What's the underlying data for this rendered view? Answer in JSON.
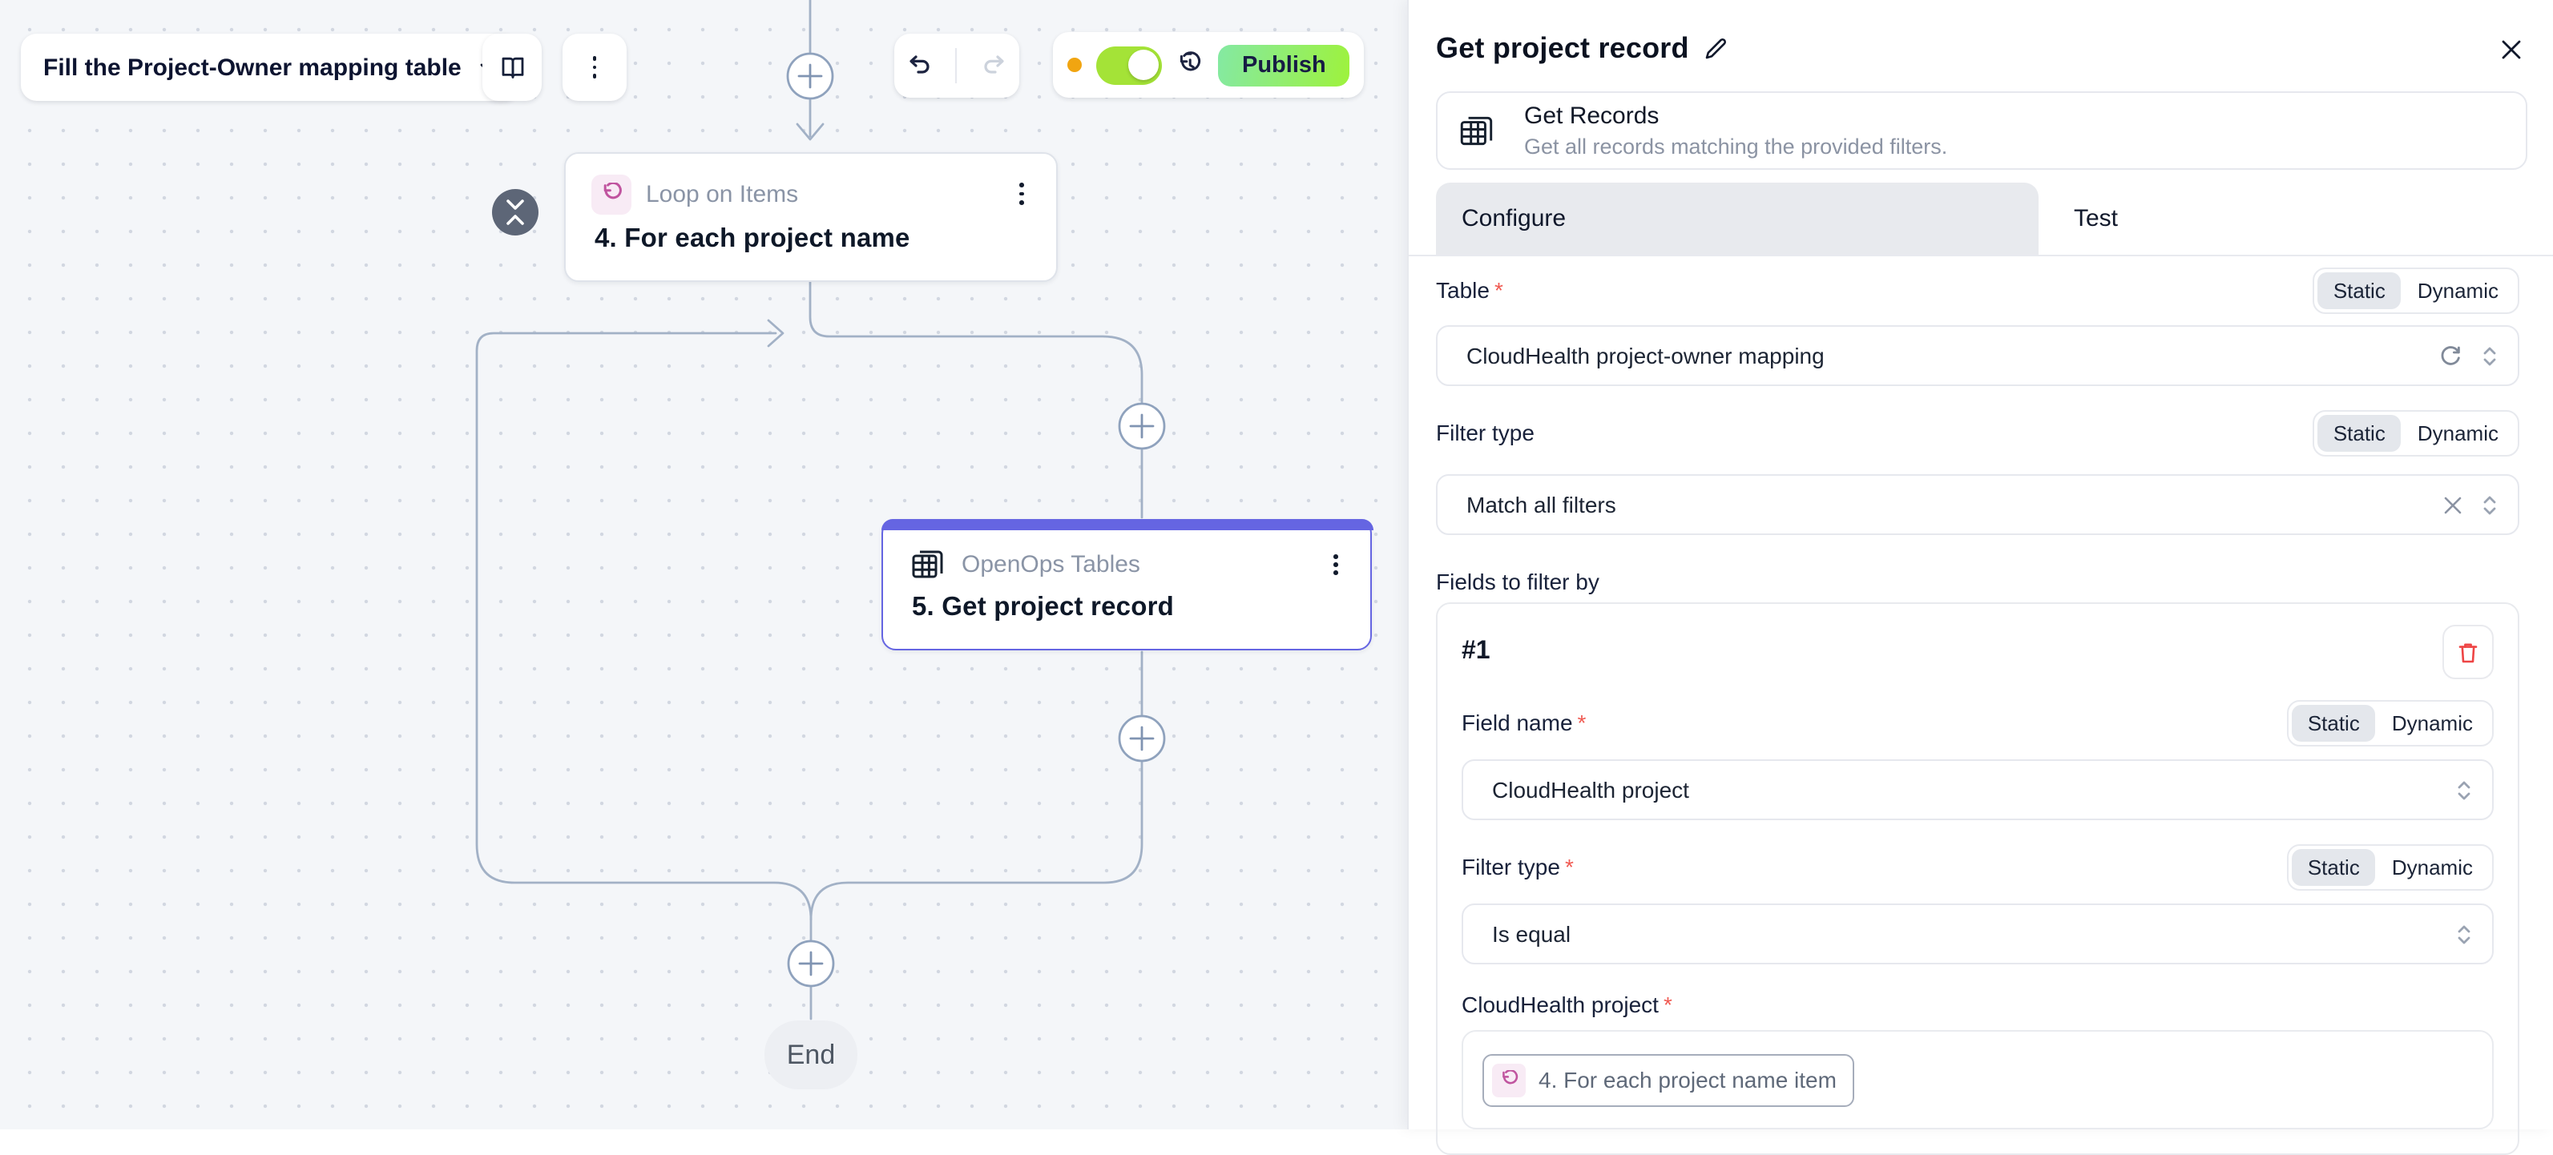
{
  "toolbar": {
    "flow_name": "Fill the Project-Owner mapping table",
    "publish_label": "Publish"
  },
  "canvas": {
    "nodes": {
      "loop": {
        "app": "Loop on Items",
        "title": "4. For each project name"
      },
      "tables": {
        "app": "OpenOps Tables",
        "title": "5. Get project record"
      }
    },
    "end_label": "End"
  },
  "panel": {
    "title": "Get project record",
    "action": {
      "name": "Get Records",
      "description": "Get all records matching the provided filters."
    },
    "tabs": {
      "configure": "Configure",
      "test": "Test"
    },
    "toggle_options": {
      "static": "Static",
      "dynamic": "Dynamic"
    },
    "required_marker": "*",
    "fields": {
      "table": {
        "label": "Table",
        "value": "CloudHealth project-owner mapping"
      },
      "filter_type": {
        "label": "Filter type",
        "value": "Match all filters"
      },
      "fields_to_filter_by": "Fields to filter by",
      "group_index": "#1",
      "field_name": {
        "label": "Field name",
        "value": "CloudHealth project"
      },
      "field_filter_type": {
        "label": "Filter type",
        "value": "Is equal"
      },
      "cloudhealth_project": {
        "label": "CloudHealth project",
        "token": "4. For each project name item"
      }
    }
  },
  "icons": {
    "book-icon": "open book",
    "kebab-icon": "vertical dots menu",
    "undo-icon": "undo arrow",
    "redo-icon": "redo arrow",
    "history-icon": "run history clock",
    "loop-icon": "rotate counterclockwise",
    "tables-icon": "stacked spreadsheet",
    "collapse-icon": "vertical collapse chevrons",
    "pencil-icon": "edit pencil",
    "close-icon": "close x",
    "refresh-icon": "reload arrows",
    "updown-icon": "chevrons up down",
    "clear-icon": "clear x",
    "trash-icon": "delete trash can",
    "plus-icon": "add step plus"
  },
  "colors": {
    "accent_green": "#9ef23c",
    "toggle_green": "#a4e337",
    "amber_dot": "#f1a511",
    "selected_node": "#6565e2",
    "loop_pink": "#c0549f",
    "edge": "#a2b1c6",
    "danger": "#ee4545",
    "canvas_bg": "#f4f6f9"
  }
}
